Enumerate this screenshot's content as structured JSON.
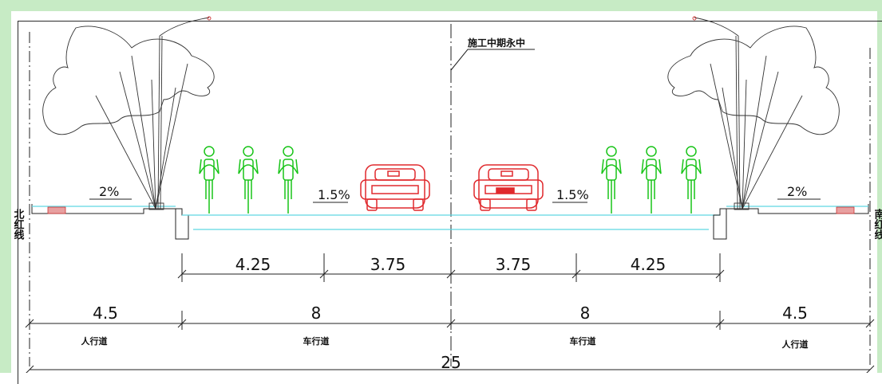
{
  "centerline_label": "施工中期永中",
  "left_redline_label": "北红线",
  "right_redline_label": "南红线",
  "slope_sidewalk_left": "2%",
  "slope_sidewalk_right": "2%",
  "slope_road_left": "1.5%",
  "slope_road_right": "1.5%",
  "dims_upper": [
    "4.25",
    "3.75",
    "3.75",
    "4.25"
  ],
  "dims_lower": [
    "4.5",
    "8",
    "8",
    "4.5"
  ],
  "dims_lower_labels": [
    "人行道",
    "车行道",
    "车行道",
    "人行道"
  ],
  "total_width": "25",
  "colors": {
    "frame": "#c7ebc5",
    "road_line": "#5fd8e2",
    "cyclist": "#19c419",
    "car": "#e0292d",
    "drawing": "#222222"
  }
}
